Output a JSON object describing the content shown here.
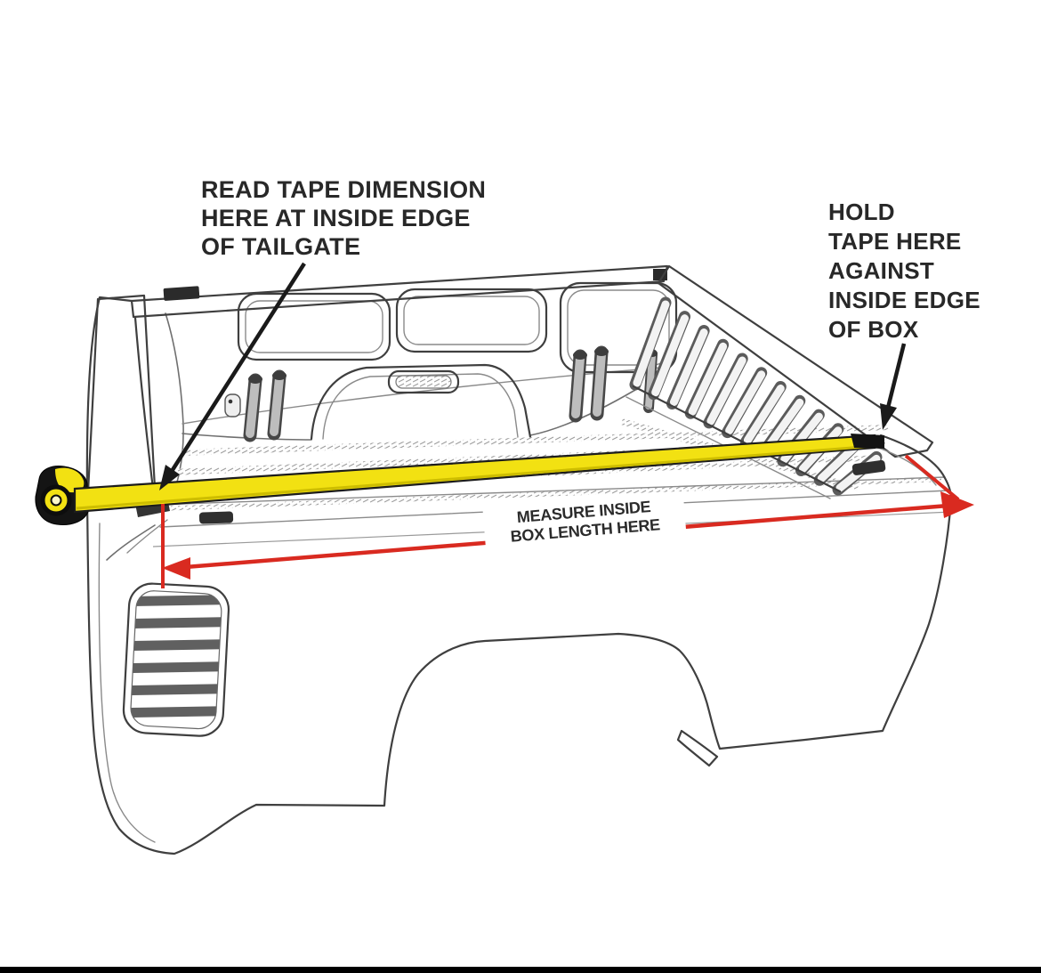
{
  "diagram": {
    "background": "#ffffff",
    "callouts": {
      "read_tape": [
        "READ TAPE DIMENSION",
        "HERE AT INSIDE EDGE",
        "OF TAILGATE"
      ],
      "hold_tape": [
        "HOLD",
        "TAPE HERE",
        "AGAINST",
        "INSIDE EDGE",
        "OF BOX"
      ],
      "measure_label": [
        "MEASURE INSIDE",
        "BOX LENGTH HERE"
      ]
    },
    "colors": {
      "tape_yellow": "#f2e112",
      "tape_yellow_shade": "#cdbd00",
      "dimension_red": "#d92a20",
      "line_art": "#3f3f3f",
      "text": "#282828",
      "footer_bar": "#000000"
    },
    "elements": {
      "truck_bed": "pickup truck bed line drawing",
      "tape_measure": "yellow tape measure with black case",
      "tape_blade": "yellow measuring tape blade across bed",
      "dimension_arrow": "red double-headed arrow spanning inside box length",
      "leader_left": "arrow from tailgate note to tape at tailgate",
      "leader_right": "arrow from box note to tape tip at front bulkhead",
      "footer": "black bar"
    }
  }
}
